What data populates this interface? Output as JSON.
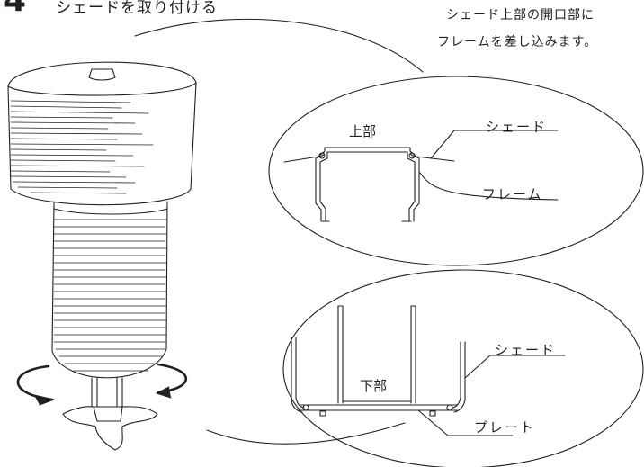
{
  "step": {
    "number": "4",
    "title": "シェードを取り付ける"
  },
  "note": {
    "line1": "シェード上部の開口部に",
    "line2": "フレームを差し込みます。"
  },
  "top_detail": {
    "label": "上部",
    "shade_label": "シェード",
    "frame_label": "フレーム"
  },
  "bottom_detail": {
    "label": "下部",
    "shade_label": "シェード",
    "plate_label": "プレート"
  },
  "colors": {
    "ink": "#231f20",
    "background": "#ffffff"
  }
}
